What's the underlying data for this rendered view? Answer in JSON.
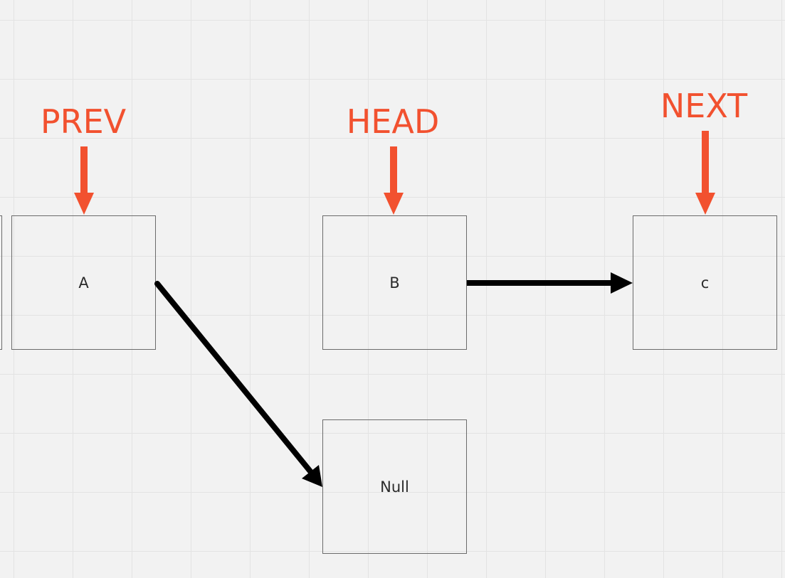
{
  "pointers": {
    "prev": "PREV",
    "head": "HEAD",
    "next": "NEXT"
  },
  "nodes": {
    "a": "A",
    "b": "B",
    "c": "c",
    "null": "Null"
  },
  "colors": {
    "pointer": "#f2512f",
    "link": "#000000",
    "node_border": "#6b6b6b",
    "background": "#f2f2f2"
  }
}
